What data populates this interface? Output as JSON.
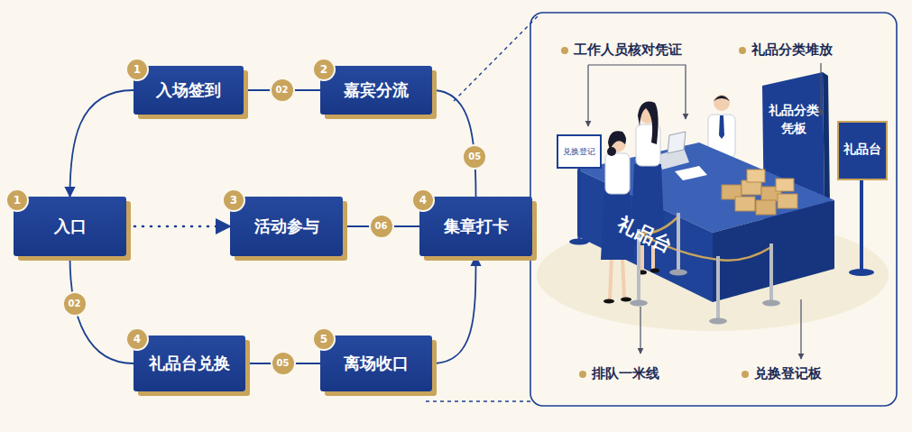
{
  "diagram": {
    "nodes": [
      {
        "text": [
          "1",
          "入场签到"
        ]
      },
      {
        "text": [
          "2",
          "嘉宾分流"
        ]
      },
      {
        "text": [
          "1",
          "入口"
        ]
      },
      {
        "text": [
          "3",
          "活动参与"
        ]
      },
      {
        "text": [
          "4",
          "集章打卡"
        ]
      },
      {
        "text": [
          "4",
          "礼品台兑换"
        ]
      },
      {
        "text": [
          "5",
          "离场收口"
        ]
      }
    ],
    "edges": [
      {
        "from": 0,
        "to": 1,
        "label": "02",
        "arrow": "none"
      },
      {
        "from": 0,
        "to": 2,
        "arrow": "to"
      },
      {
        "from": 2,
        "to": 3,
        "arrow": "to"
      },
      {
        "from": 3,
        "to": 4,
        "label": "06",
        "arrow": "none"
      },
      {
        "from": 2,
        "to": 5,
        "label": "02",
        "arrow": "none"
      },
      {
        "from": 5,
        "to": 6,
        "label": "05",
        "arrow": "none"
      },
      {
        "from": 6,
        "to": 4,
        "arrow": "to"
      },
      {
        "from": 4,
        "to": 1,
        "label": "05",
        "arrow": "none"
      }
    ],
    "labels": [
      "工作人员核对凭证",
      "礼品分类堆放",
      "兑换登记",
      "礼品分类 凭板",
      "礼品台",
      "礼品台",
      "排队一米线",
      "兑换登记板"
    ]
  }
}
